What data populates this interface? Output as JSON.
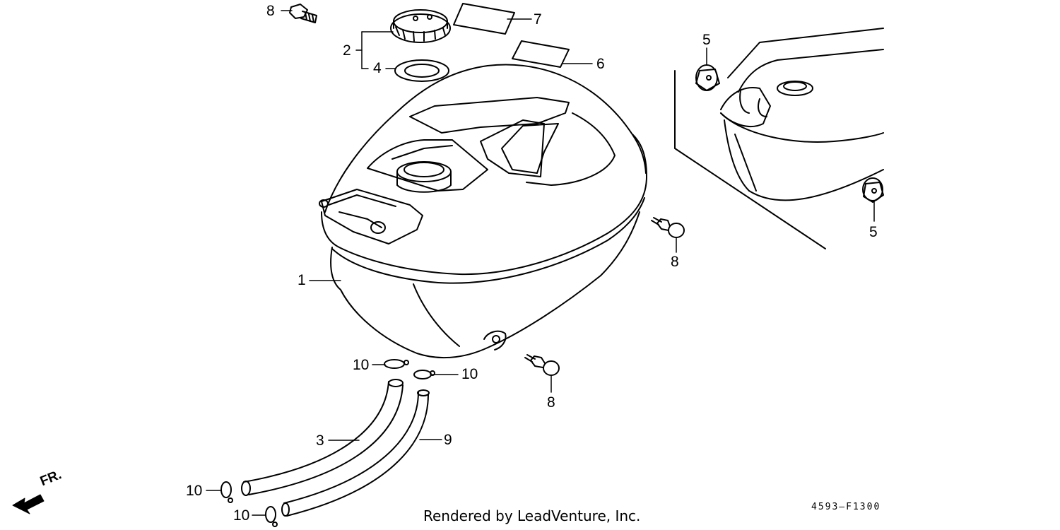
{
  "callouts": {
    "c1": "1",
    "c2": "2",
    "c3": "3",
    "c4": "4",
    "c5a": "5",
    "c5b": "5",
    "c6": "6",
    "c7": "7",
    "c8a": "8",
    "c8b": "8",
    "c8c": "8",
    "c9": "9",
    "c10a": "10",
    "c10b": "10",
    "c10c": "10",
    "c10d": "10"
  },
  "direction_label": "FR.",
  "credit": "Rendered by LeadVenture, Inc.",
  "diagram_code": "4593–F1300"
}
